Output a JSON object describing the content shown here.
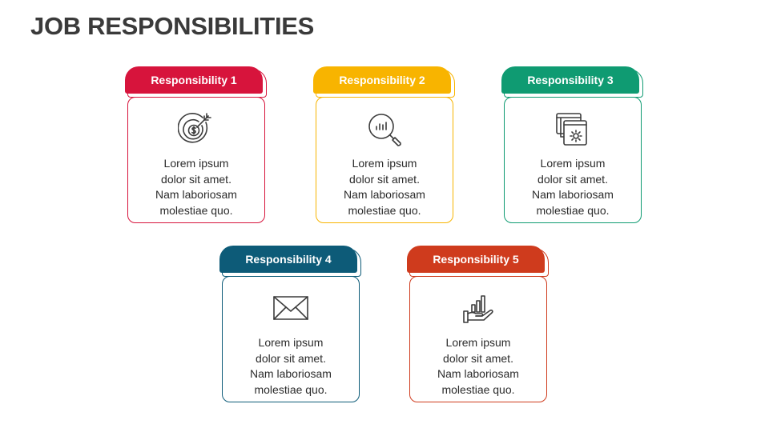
{
  "title": "JOB RESPONSIBILITIES",
  "cards": [
    {
      "label": "Responsibility 1",
      "color": "#d7143c",
      "icon": "target-dollar-icon",
      "lines": [
        "Lorem ipsum",
        "dolor sit amet.",
        "Nam laboriosam",
        "molestiae quo."
      ]
    },
    {
      "label": "Responsibility 2",
      "color": "#f8b400",
      "icon": "magnifier-chart-icon",
      "lines": [
        "Lorem ipsum",
        "dolor sit amet.",
        "Nam laboriosam",
        "molestiae quo."
      ]
    },
    {
      "label": "Responsibility 3",
      "color": "#0f9b72",
      "icon": "windows-gear-icon",
      "lines": [
        "Lorem ipsum",
        "dolor sit amet.",
        "Nam laboriosam",
        "molestiae quo."
      ]
    },
    {
      "label": "Responsibility 4",
      "color": "#0d5b78",
      "icon": "envelope-icon",
      "lines": [
        "Lorem ipsum",
        "dolor sit amet.",
        "Nam laboriosam",
        "molestiae quo."
      ]
    },
    {
      "label": "Responsibility 5",
      "color": "#cf3b1d",
      "icon": "hand-growth-chart-icon",
      "lines": [
        "Lorem ipsum",
        "dolor sit amet.",
        "Nam laboriosam",
        "molestiae quo."
      ]
    }
  ]
}
